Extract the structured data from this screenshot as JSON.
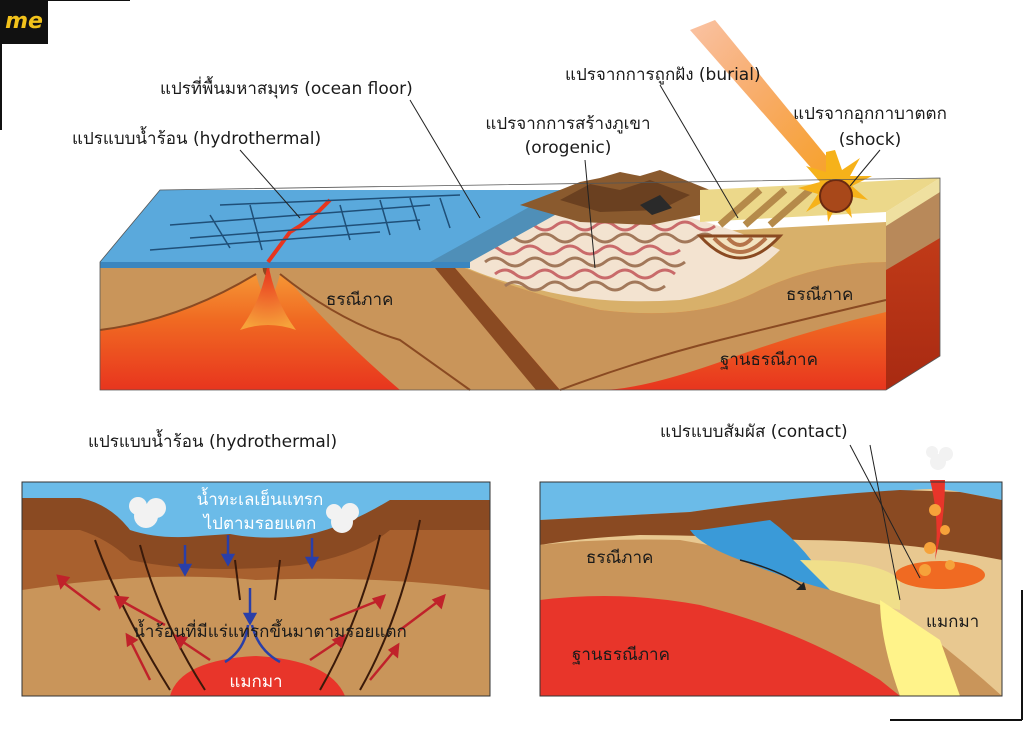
{
  "logo": "me",
  "labels": {
    "ocean_floor": "แปรที่พื้นมหาสมุทร (ocean floor)",
    "hydrothermal_top": "แปรแบบน้ำร้อน (hydrothermal)",
    "burial": "แปรจากการถูกฝัง (burial)",
    "orogenic_1": "แปรจากการสร้างภูเขา",
    "orogenic_2": "(orogenic)",
    "shock_1": "แปรจากอุกกาบาตตก",
    "shock_2": "(shock)",
    "crust_left": "ธรณีภาค",
    "crust_right": "ธรณีภาค",
    "mantle_top": "ฐานธรณีภาค",
    "hydrothermal_bottom": "แปรแบบน้ำร้อน (hydrothermal)",
    "seawater_1": "น้ำทะเลเย็นแทรก",
    "seawater_2": "ไปตามรอยแตก",
    "hotwater": "น้ำร้อนที่มีแร่แทรกขึ้นมาตามรอยแตก",
    "magma_left": "แมกมา",
    "contact": "แปรแบบสัมผัส (contact)",
    "crust_contact": "ธรณีภาค",
    "mantle_contact": "ฐานธรณีภาค",
    "magma_right": "แมกมา"
  },
  "colors": {
    "ocean": "#5aa9dc",
    "crust": "#c9955a",
    "crust_dark": "#8a4a22",
    "mantle": "#f04a1e",
    "mantle_light": "#f6a23a",
    "sky": "#6bbbe8",
    "magma": "#e8352a",
    "contact_zone": "#f0df8a"
  }
}
